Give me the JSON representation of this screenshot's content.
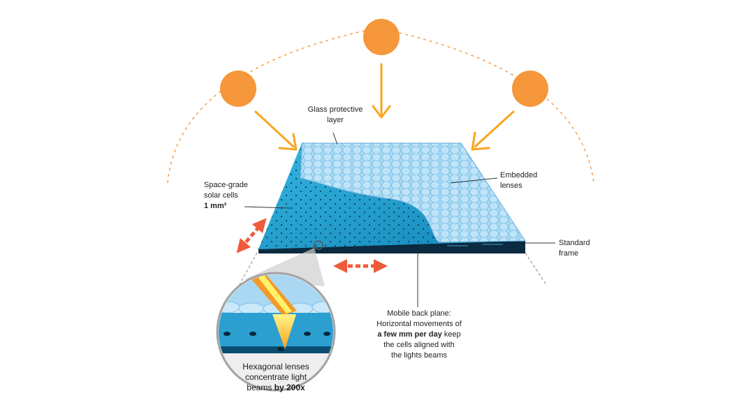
{
  "labels": {
    "glass": [
      "Glass protective",
      "layer"
    ],
    "lenses": [
      "Embedded",
      "lenses"
    ],
    "cells": [
      "Space-grade",
      "solar cells",
      "1 mm²"
    ],
    "frame": [
      "Standard",
      "frame"
    ],
    "backplane": {
      "line1": "Mobile back plane:",
      "line2": "Horizontal movements of",
      "line3_bold": "a few mm per day",
      "line3_rest": " keep",
      "line4": "the cells aligned with",
      "line5": "the lights beams"
    },
    "zoom": {
      "line1": "Hexagonal lenses",
      "line2": "concentrate light",
      "line3_rest": "beams ",
      "line3_bold": "by 200x"
    }
  },
  "colors": {
    "sun": "#f5973a",
    "sun_arrow": "#f9a51e",
    "move_arrow": "#ef5a3c",
    "glass": "#9fd3f2",
    "panel": "#2aa6d4",
    "frame": "#0b2a3f",
    "orbit": "#f5a04a"
  },
  "icons": [
    "sun-icon",
    "down-arrow-icon",
    "double-arrow-icon",
    "magnifier-circle-icon"
  ]
}
